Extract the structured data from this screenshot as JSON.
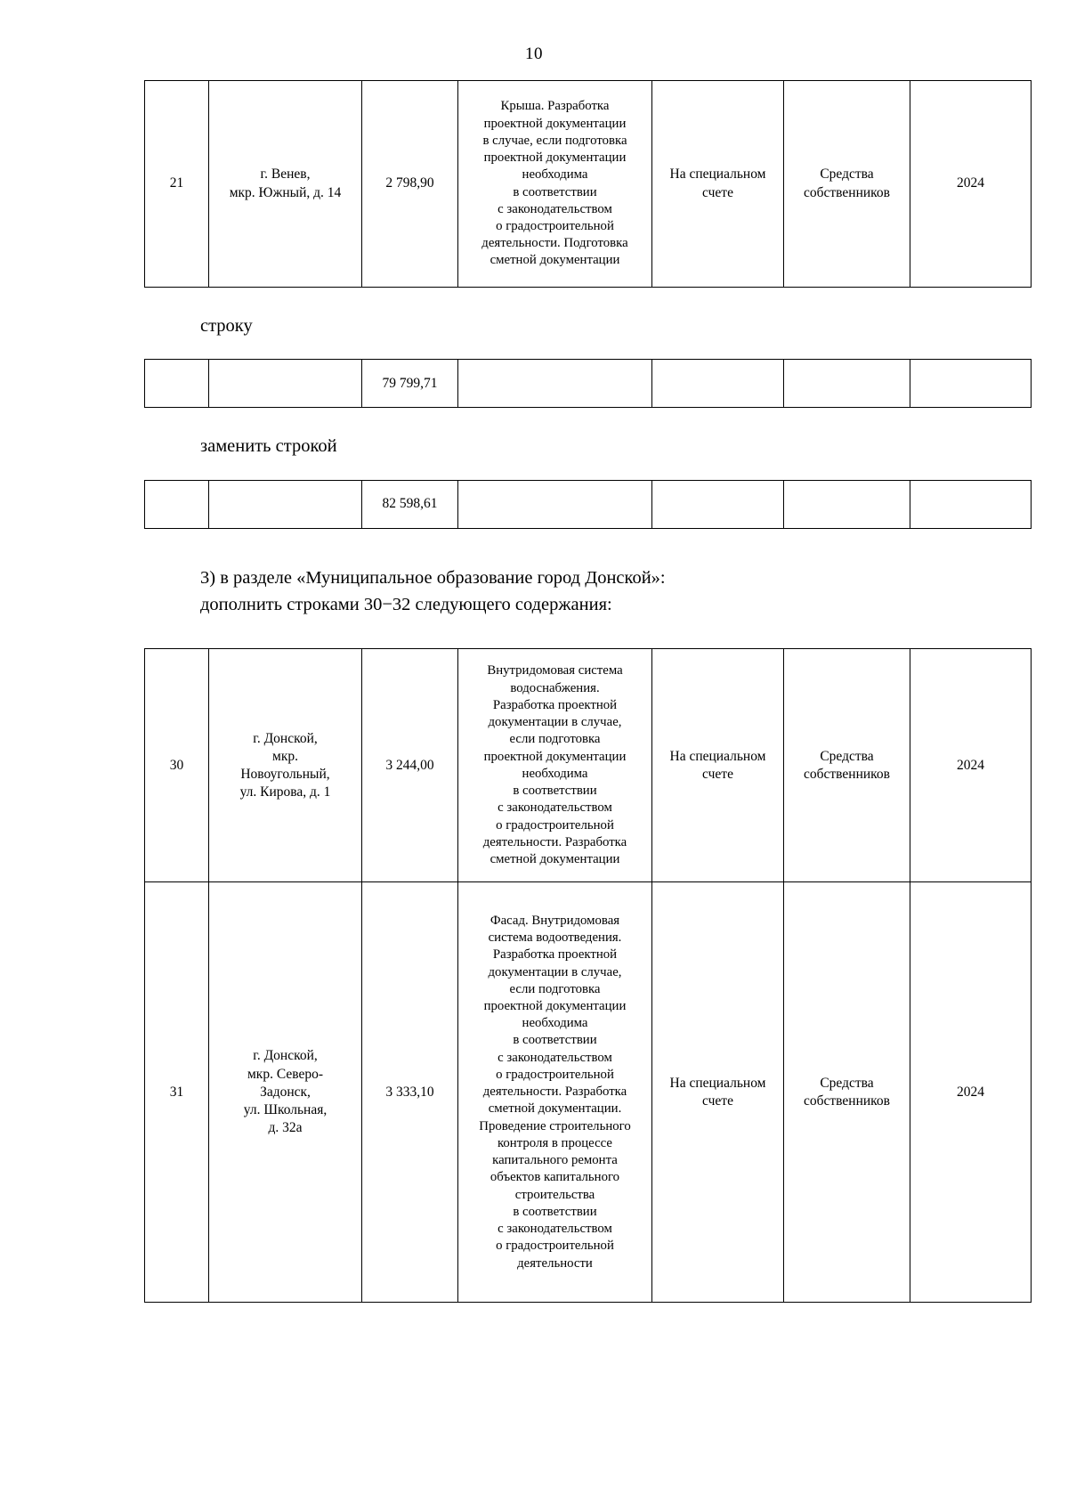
{
  "page": {
    "number": "10"
  },
  "table_21": {
    "columns": [
      "number",
      "address",
      "sum",
      "description",
      "account",
      "source",
      "year"
    ],
    "rows": [
      {
        "number": "21",
        "address": "г. Венев,\nмкр. Южный, д. 14",
        "sum": "2 798,90",
        "description": "Крыша. Разработка\nпроектной документации\nв случае, если подготовка\nпроектной документации\nнеобходима\nв соответствии\nс законодательством\nо градостроительной\nдеятельности. Подготовка\nсметной документации",
        "account": "На специальном\nсчете",
        "source": "Средства\nсобственников",
        "year": "2024"
      }
    ]
  },
  "label_stroku": "строку",
  "table_old_total": {
    "rows": [
      {
        "number": "",
        "address": "",
        "sum": "79 799,71",
        "description": "",
        "account": "",
        "source": "",
        "year": ""
      }
    ]
  },
  "label_zamenit": "заменить строкой",
  "table_new_total": {
    "rows": [
      {
        "number": "",
        "address": "",
        "sum": "82 598,61",
        "description": "",
        "account": "",
        "source": "",
        "year": ""
      }
    ]
  },
  "section_intro": {
    "line1": "3) в разделе «Муниципальное образование город Донской»:",
    "line2": "дополнить строками 30−32 следующего содержания:"
  },
  "table_donskoy": {
    "rows": [
      {
        "number": "30",
        "address": "г. Донской,\nмкр.\nНовоугольный,\nул. Кирова, д. 1",
        "sum": "3 244,00",
        "description": "Внутридомовая система\nводоснабжения.\nРазработка проектной\nдокументации в случае,\nесли подготовка\nпроектной документации\nнеобходима\nв соответствии\nс законодательством\nо градостроительной\nдеятельности. Разработка\nсметной документации",
        "account": "На специальном\nсчете",
        "source": "Средства\nсобственников",
        "year": "2024"
      },
      {
        "number": "31",
        "address": "г. Донской,\nмкр. Северо-\nЗадонск,\nул. Школьная,\nд. 32а",
        "sum": "3 333,10",
        "description": "Фасад. Внутридомовая\nсистема водоотведения.\nРазработка проектной\nдокументации в случае,\nесли подготовка\nпроектной документации\nнеобходима\nв соответствии\nс законодательством\nо градостроительной\nдеятельности. Разработка\nсметной документации.\nПроведение строительного\nконтроля в процессе\nкапитального ремонта\nобъектов капитального\nстроительства\nв соответствии\nс законодательством\nо градостроительной\nдеятельности",
        "account": "На специальном\nсчете",
        "source": "Средства\nсобственников",
        "year": "2024"
      }
    ]
  }
}
